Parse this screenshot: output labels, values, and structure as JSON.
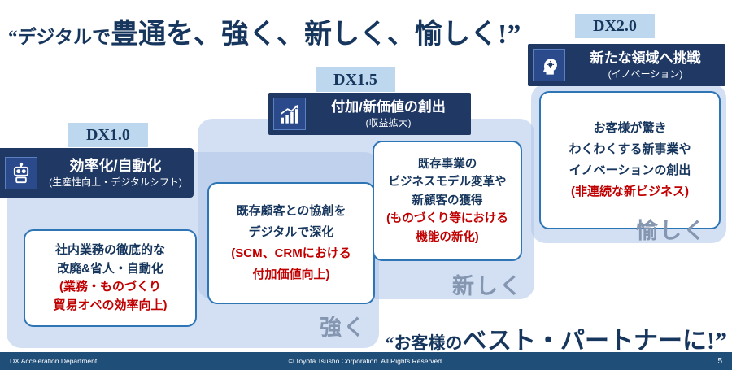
{
  "title": {
    "open": "“デジタルで",
    "main": "豊通を、強く、新しく、愉しく!”"
  },
  "slogan": {
    "open": "“お客様の",
    "main": "ベスト・パートナーに!”"
  },
  "phases": [
    {
      "tag": "DX1.0",
      "header_title": "効率化/自動化",
      "header_subtitle": "(生産性向上・デジタルシフト)",
      "icon": "robot-icon",
      "keyword": "強く",
      "boxes": [
        {
          "blue": [
            "社内業務の徹底的な",
            "改廃&省人・自動化"
          ],
          "red": [
            "(業務・ものづくり",
            "貿易オペの効率向上)"
          ]
        }
      ]
    },
    {
      "tag": "DX1.5",
      "header_title": "付加/新価値の創出",
      "header_subtitle": "(収益拡大)",
      "icon": "bar-chart-icon",
      "keyword": "新しく",
      "boxes": [
        {
          "blue": [
            "既存顧客との協創を",
            "デジタルで深化"
          ],
          "red": [
            "(SCM、CRMにおける",
            "付加価値向上)"
          ]
        },
        {
          "blue": [
            "既存事業の",
            "ビジネスモデル変革や",
            "新顧客の獲得"
          ],
          "red": [
            "(ものづくり等における",
            "機能の新化)"
          ]
        }
      ]
    },
    {
      "tag": "DX2.0",
      "header_title": "新たな領域へ挑戦",
      "header_subtitle": "(イノベーション)",
      "icon": "head-bulb-icon",
      "keyword": "愉しく",
      "boxes": [
        {
          "blue": [
            "お客様が驚き",
            "わくわくする新事業や",
            "イノベーションの創出"
          ],
          "red": [
            "(非連続な新ビジネス)"
          ]
        }
      ]
    }
  ],
  "footer": {
    "left": "DX Acceleration Department",
    "center": "© Toyota Tsusho Corporation. All Rights Reserved.",
    "page": "5"
  },
  "colors": {
    "navy": "#1f3864",
    "panel_blue": "#aec5e7",
    "tag_bg": "#bdd7ee",
    "box_border": "#2e75b6",
    "red": "#c00000",
    "keyword": "#8496b0",
    "footer_bg": "#1f4e79"
  }
}
